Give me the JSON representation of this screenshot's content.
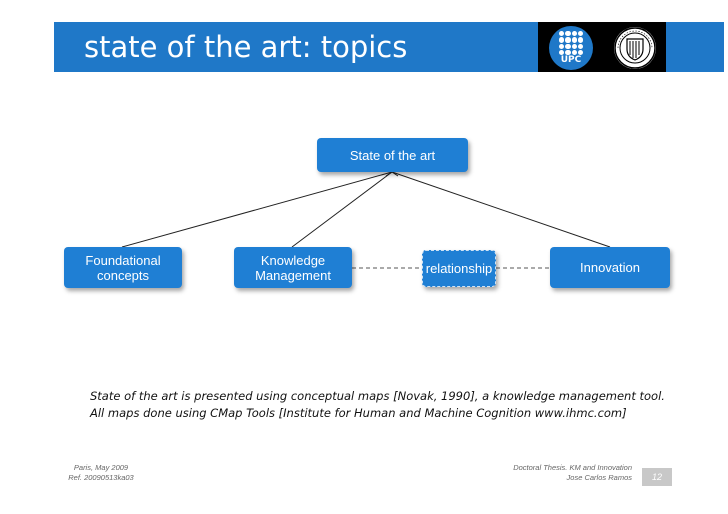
{
  "slide": {
    "title": "state of the art: topics",
    "logo_label": "UPC"
  },
  "diagram": {
    "root": "State of the art",
    "nodes": {
      "foundational": "Foundational concepts",
      "knowledge": "Knowledge Management",
      "relationship": "relationship",
      "innovation": "Innovation"
    }
  },
  "caption": {
    "line1": "State of the art is presented using conceptual maps [Novak, 1990], a knowledge management tool.",
    "line2": "All maps done using CMap Tools [Institute for Human and Machine Cognition www.ihmc.com]"
  },
  "footer": {
    "left_line1": "Paris, May 2009",
    "left_line2": "Ref. 20090513ka03",
    "right_line1": "Doctoral Thesis. KM and Innovation",
    "right_line2": "Jose Carlos Ramos",
    "page_number": "12"
  },
  "colors": {
    "title_bar": "#1f78c8",
    "node_fill": "#1f7fd4",
    "connector": "#222222"
  }
}
